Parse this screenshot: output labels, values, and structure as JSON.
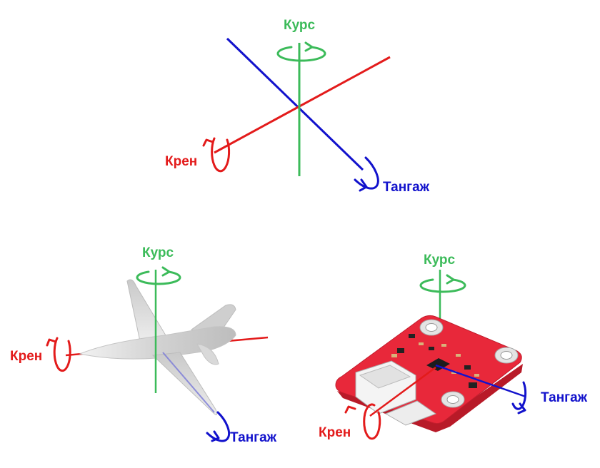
{
  "colors": {
    "yaw": "#3cbb5a",
    "roll": "#e31b1b",
    "pitch": "#1212cc",
    "board": "#e8283a",
    "plane": "#d6d6d6"
  },
  "axes": {
    "yaw_label": "Курс",
    "roll_label": "Крен",
    "pitch_label": "Тангаж"
  },
  "diagrams": [
    {
      "id": "abstract",
      "yaw": "Курс",
      "roll": "Крен",
      "pitch": "Тангаж"
    },
    {
      "id": "airplane",
      "yaw": "Курс",
      "roll": "Крен",
      "pitch": "Тангаж"
    },
    {
      "id": "sensor-board",
      "yaw": "Курс",
      "roll": "Крен",
      "pitch": "Тангаж"
    }
  ],
  "icons": [
    "rotation-arrow-icon",
    "airplane-icon",
    "sensor-board-icon"
  ]
}
